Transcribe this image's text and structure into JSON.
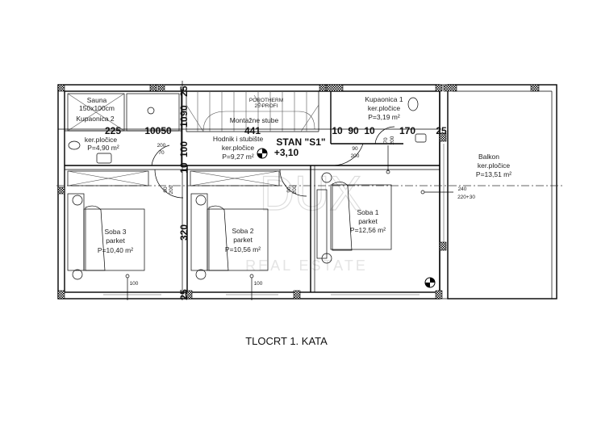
{
  "plan_title": "TLOCRT 1. KATA",
  "apartment": {
    "name": "STAN \"S1\"",
    "level": "+3,10"
  },
  "watermark": {
    "brand": "DUX",
    "sub": "REAL ESTATE"
  },
  "rooms": {
    "sauna": {
      "name": "Sauna",
      "size": "150x100cm"
    },
    "kupaonica2": {
      "name": "Kupaonica 2",
      "floor": "ker.pločice",
      "area": "P=4,90 m²"
    },
    "stubiste": {
      "name": "Montažne stube",
      "note1": "POROTHERM",
      "note2": "25 PROFI"
    },
    "hodnik": {
      "name": "Hodnik i stubište",
      "floor": "ker.pločice",
      "area": "P=9,27 m²"
    },
    "kupaonica1": {
      "name": "Kupaonica 1",
      "floor": "ker.pločice",
      "area": "P=3,19 m²"
    },
    "balkon": {
      "name": "Balkon",
      "floor": "ker.pločice",
      "area": "P=13,51 m²"
    },
    "soba1": {
      "name": "Soba 1",
      "floor": "parket",
      "area": "P=12,56 m²"
    },
    "soba2": {
      "name": "Soba 2",
      "floor": "parket",
      "area": "P=10,56 m²"
    },
    "soba3": {
      "name": "Soba 3",
      "floor": "parket",
      "area": "P=10,40 m²"
    }
  },
  "dimensions": {
    "d225": "225",
    "d10050": "10050",
    "d441": "441",
    "d10a": "10",
    "d90": "90",
    "d10b": "10",
    "d170": "170",
    "d25a": "25",
    "d25top": "25",
    "d90v": "90",
    "d10v": "10",
    "d100v": "100",
    "d10v2": "10",
    "d320": "320",
    "d25bot": "25"
  },
  "openings": {
    "door_bath2_w": "200",
    "door_bath2_h": "70",
    "door_bath1_w": "70",
    "door_bath1_h": "200",
    "door_hall_w": "90",
    "door_hall_h": "200",
    "door_s3_w": "90",
    "door_s3_h": "200",
    "door_s2_w": "90",
    "door_s2_h": "200",
    "win_balkon_w": "240",
    "win_balkon_h": "220+30",
    "win_s3": "100",
    "win_s2": "100"
  }
}
